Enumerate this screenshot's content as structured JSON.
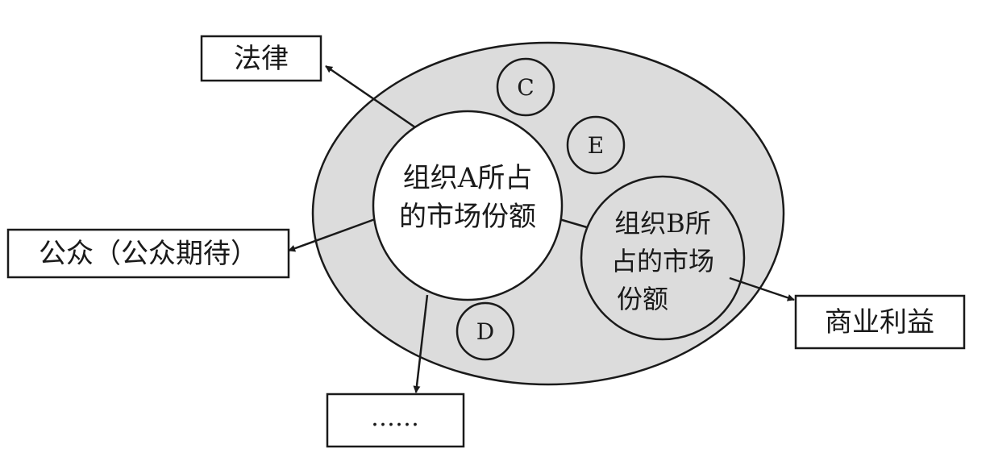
{
  "diagram": {
    "org_a": {
      "line1": "组织A所占",
      "line2": "的市场份额"
    },
    "org_b": {
      "line1": "组织B所",
      "line2": "占的市场",
      "line3": "份额"
    },
    "circle_c": "C",
    "circle_d": "D",
    "circle_e": "E",
    "boxes": {
      "law": "法律",
      "public": "公众（公众期待）",
      "commercial": "商业利益",
      "other": "……"
    },
    "colors": {
      "market_fill": "#dcdcdc",
      "stroke": "#1a1a1a",
      "background": "#ffffff"
    }
  }
}
